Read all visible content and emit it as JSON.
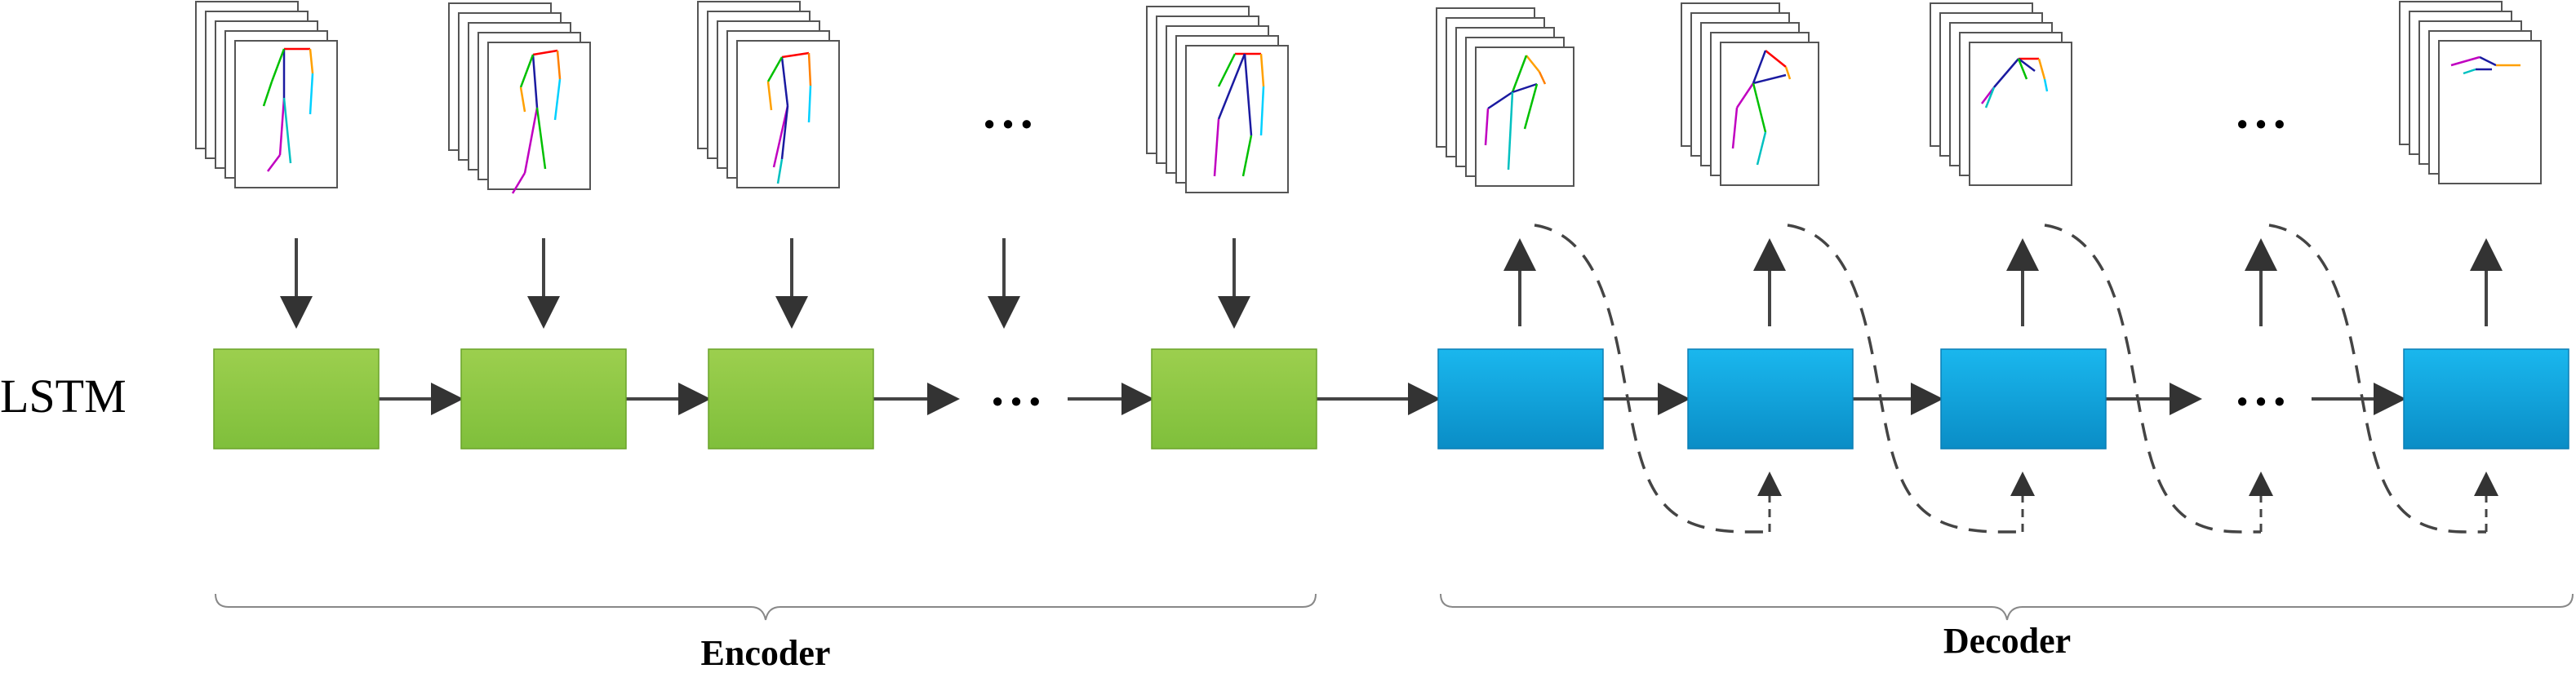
{
  "row_label": "LSTM",
  "ellipsis": "• • •",
  "encoder": {
    "label": "Encoder",
    "color_top": "#9ccf4e",
    "color_bottom": "#7fbf3b"
  },
  "decoder": {
    "label": "Decoder",
    "color_top": "#19b4ea",
    "color_bottom": "#0a8fc8"
  },
  "colors": {
    "arrow": "#444444",
    "frame_border": "#555555",
    "brace": "#888888"
  }
}
